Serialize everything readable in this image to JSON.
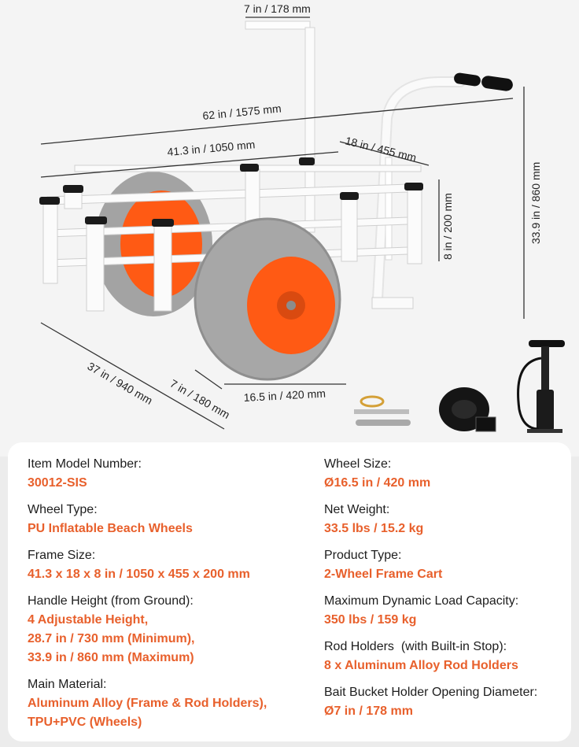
{
  "dimensions": {
    "bucket_width": "7 in / 178 mm",
    "overall_length": "62 in / 1575 mm",
    "frame_length": "41.3 in / 1050 mm",
    "frame_width_top": "18 in / 455 mm",
    "frame_height": "8 in / 200 mm",
    "overall_height": "33.9 in / 860 mm",
    "overall_width": "37 in / 940 mm",
    "tire_width": "7 in / 180 mm",
    "wheel_diameter": "16.5 in / 420 mm"
  },
  "specs_left": [
    {
      "label": "Item Model Number:",
      "value": [
        "30012-SIS"
      ]
    },
    {
      "label": "Wheel Type:",
      "value": [
        "PU Inflatable Beach Wheels"
      ]
    },
    {
      "label": "Frame Size:",
      "value": [
        "41.3 x 18 x 8 in / 1050 x 455 x 200 mm"
      ]
    },
    {
      "label": "Handle Height (from Ground):",
      "value": [
        "4 Adjustable Height,",
        "28.7 in / 730 mm (Minimum),",
        "33.9 in / 860 mm (Maximum)"
      ]
    },
    {
      "label": "Main Material:",
      "value": [
        "Aluminum Alloy (Frame & Rod Holders),",
        "TPU+PVC (Wheels)"
      ]
    }
  ],
  "specs_right": [
    {
      "label": "Wheel Size:",
      "value": [
        "Ø16.5 in / 420 mm"
      ]
    },
    {
      "label": "Net Weight:",
      "value": [
        "33.5 lbs / 15.2 kg"
      ]
    },
    {
      "label": "Product Type:",
      "value": [
        "2-Wheel Frame Cart"
      ]
    },
    {
      "label": "Maximum Dynamic Load Capacity:",
      "value": [
        "350 lbs / 159 kg"
      ]
    },
    {
      "label": "Rod Holders  (with Built-in Stop):",
      "value": [
        "8 x Aluminum Alloy Rod Holders"
      ]
    },
    {
      "label": "Bait Bucket Holder Opening Diameter:",
      "value": [
        "Ø7 in / 178 mm"
      ]
    }
  ],
  "colors": {
    "accent": "#e8602c",
    "text": "#1d1d1d",
    "wheel_hub": "#ff5a14",
    "tire": "#9a9a9a"
  }
}
